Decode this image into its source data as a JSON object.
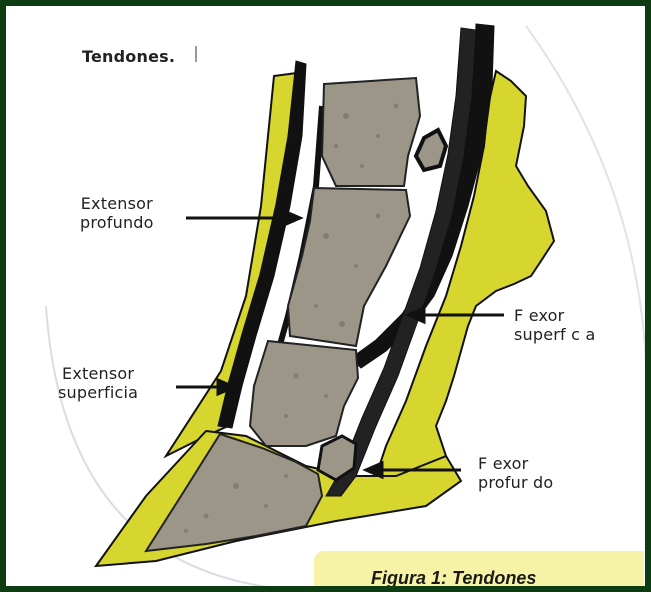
{
  "title": "Tendones.",
  "labels": {
    "extensor_profundo": [
      "Extensor",
      "profundo"
    ],
    "extensor_superficial": [
      "Extensor",
      "superficia"
    ],
    "flexor_superficial": [
      "F exor",
      "superf c a"
    ],
    "flexor_profundo": [
      "F exor",
      "profur do"
    ]
  },
  "caption": "Figura 1: Tendones",
  "colors": {
    "soft_tissue": "#d6d62e",
    "tendon": "#111111",
    "bone": "#9c9689",
    "border": "#0d3b12",
    "caption_background": "#f7f3a6"
  }
}
